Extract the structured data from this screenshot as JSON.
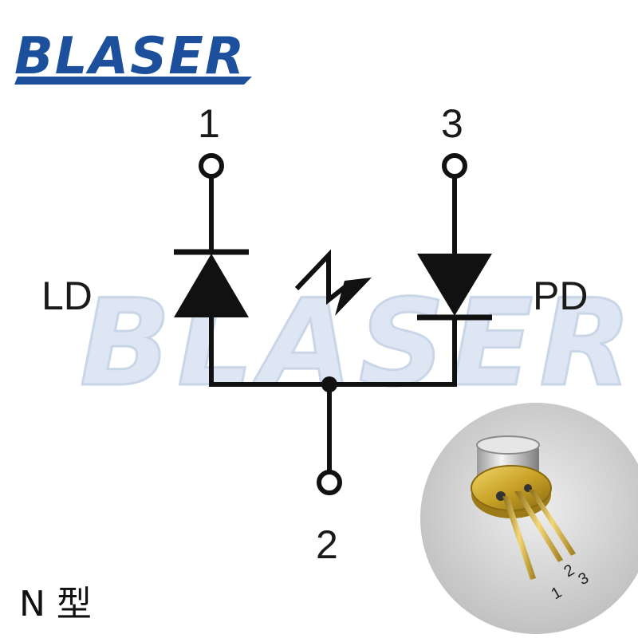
{
  "logo": {
    "text": "BLASER",
    "color": "#1c4f9c"
  },
  "watermark": {
    "text": "BLASER",
    "color": "#dde6f2"
  },
  "pins": [
    {
      "number": "1"
    },
    {
      "number": "2"
    },
    {
      "number": "3"
    }
  ],
  "devices": {
    "laser_diode": "LD",
    "photodiode": "PD"
  },
  "type_label": "N 型",
  "photo": {
    "pin_numbers": [
      "1",
      "2",
      "3"
    ]
  },
  "colors": {
    "line": "#111111",
    "logo_blue": "#1c4f9c",
    "gold": "#c9a227",
    "photo_bg": "#dcdcdc"
  }
}
